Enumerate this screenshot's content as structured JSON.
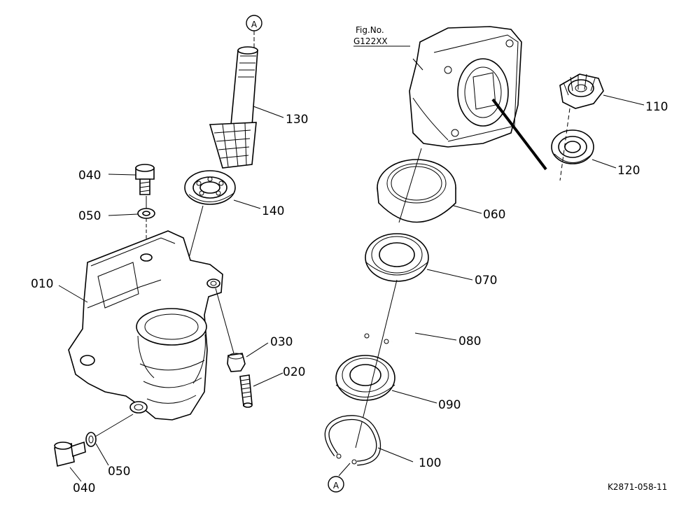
{
  "figure": {
    "fig_no_label": "Fig.No.",
    "fig_no_value": "G122XX",
    "ref_code": "K2871-058-11",
    "ref_marker": "A"
  },
  "parts": {
    "p010": "010",
    "p020": "020",
    "p030": "030",
    "p040_top": "040",
    "p040_bottom": "040",
    "p050_top": "050",
    "p050_bottom": "050",
    "p060": "060",
    "p070": "070",
    "p080": "080",
    "p090": "090",
    "p100": "100",
    "p110": "110",
    "p120": "120",
    "p130": "130",
    "p140": "140"
  }
}
